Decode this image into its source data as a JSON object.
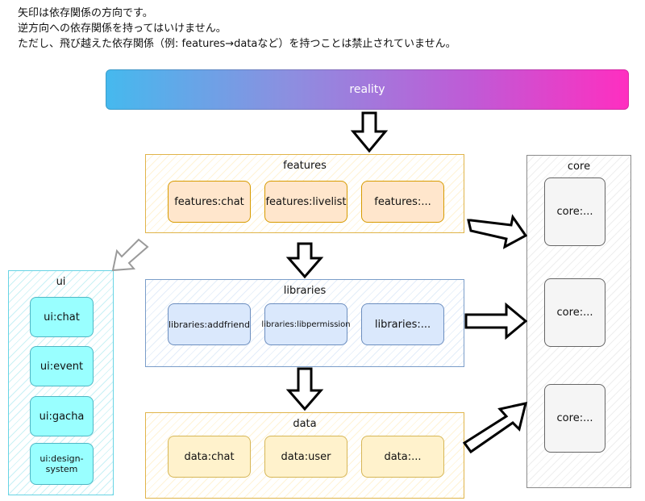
{
  "notes": [
    "矢印は依存関係の方向です。",
    "逆方向への依存関係を持ってはいけません。",
    "ただし、飛び越えた依存関係（例: features→dataなど）を持つことは禁止されていません。"
  ],
  "reality": {
    "label": "reality"
  },
  "features": {
    "title": "features",
    "nodes": [
      "features:chat",
      "features:livelist",
      "features:..."
    ]
  },
  "libraries": {
    "title": "libraries",
    "nodes": [
      "libraries:addfriend",
      "libraries:libpermission",
      "libraries:..."
    ]
  },
  "data": {
    "title": "data",
    "nodes": [
      "data:chat",
      "data:user",
      "data:..."
    ]
  },
  "ui": {
    "title": "ui",
    "nodes": [
      "ui:chat",
      "ui:event",
      "ui:gacha",
      "ui:design-system"
    ]
  },
  "core": {
    "title": "core",
    "nodes": [
      "core:...",
      "core:...",
      "core:..."
    ]
  }
}
